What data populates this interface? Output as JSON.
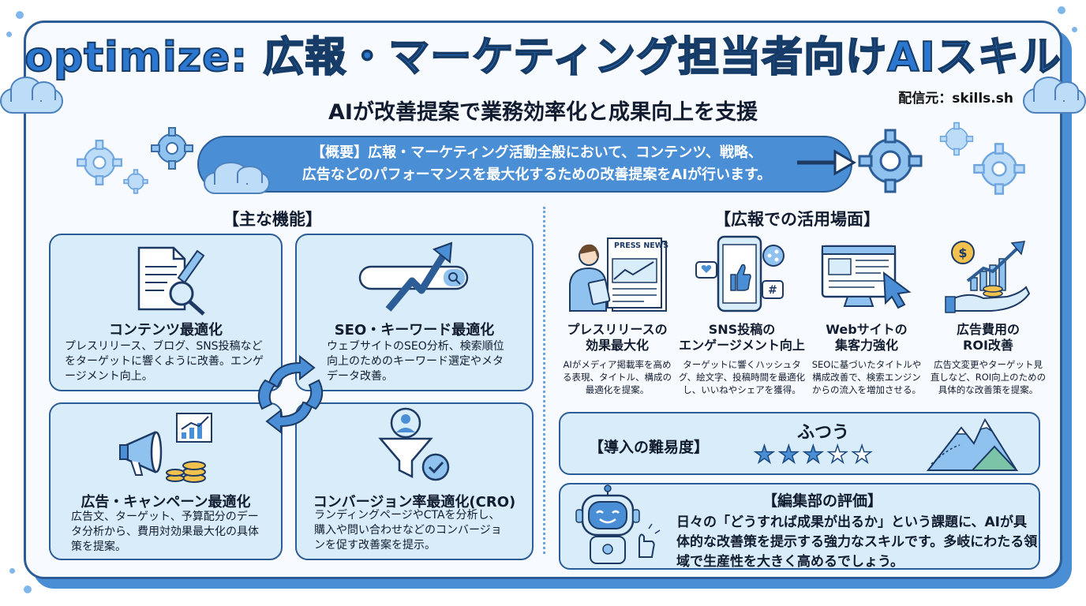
{
  "header": {
    "title": "optimize: 広報・マーケティング担当者向けAIスキル",
    "subtitle": "AIが改善提案で業務効率化と成果向上を支援",
    "source": "配信元：skills.sh"
  },
  "overview": {
    "line1": "【概要】広報・マーケティング活動全般において、コンテンツ、戦略、",
    "line2": "広告などのパフォーマンスを最大化するための改善提案をAIが行います。"
  },
  "features": {
    "heading": "【主な機能】",
    "items": [
      {
        "title": "コンテンツ最適化",
        "desc": "プレスリリース、ブログ、SNS投稿などをターゲットに響くように改善。エンゲージメント向上。"
      },
      {
        "title": "SEO・キーワード最適化",
        "desc": "ウェブサイトのSEO分析、検索順位向上のためのキーワード選定やメタデータ改善。"
      },
      {
        "title": "広告・キャンペーン最適化",
        "desc": "広告文、ターゲット、予算配分のデータ分析から、費用対効果最大化の具体策を提案。"
      },
      {
        "title": "コンバージョン率最適化(CRO)",
        "desc": "ランディングページやCTAを分析し、購入や問い合わせなどのコンバージョンを促す改善案を提示。"
      }
    ]
  },
  "scenes": {
    "heading": "【広報での活用場面】",
    "press_label": "PRESS NEWS",
    "items": [
      {
        "title1": "プレスリリースの",
        "title2": "効果最大化",
        "desc": "AIがメディア掲載率を高める表現、タイトル、構成の最適化を提案。"
      },
      {
        "title1": "SNS投稿の",
        "title2": "エンゲージメント向上",
        "desc": "ターゲットに響くハッシュタグ、絵文字、投稿時間を最適化し、いいねやシェアを獲得。"
      },
      {
        "title1": "Webサイトの",
        "title2": "集客力強化",
        "desc": "SEOに基づいたタイトルや構成改善で、検索エンジンからの流入を増加させる。"
      },
      {
        "title1": "広告費用の",
        "title2": "ROI改善",
        "desc": "広告文変更やターゲット見直しなど、ROI向上のための具体的な改善策を提案。"
      }
    ]
  },
  "difficulty": {
    "label": "【導入の難易度】",
    "value": "ふつう",
    "rating": 3,
    "max": 5
  },
  "review": {
    "heading": "【編集部の評価】",
    "text": "日々の「どうすれば成果が出るか」という課題に、AIが具体的な改善策を提示する強力なスキルです。多岐にわたる領域で生産性を大きく高めるでしょう。"
  },
  "colors": {
    "accent": "#4a8fd6",
    "outline": "#2d5d96",
    "card_bg": "#d9ecfa"
  }
}
